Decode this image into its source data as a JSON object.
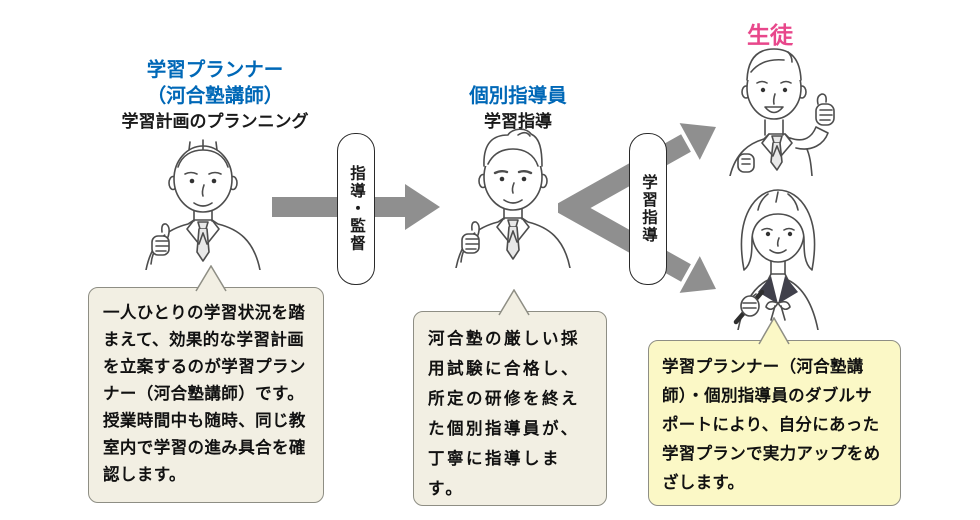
{
  "palette": {
    "accent_blue": "#0068b7",
    "accent_pink": "#e8478b",
    "arrow_gray": "#8f8f8f",
    "bubble_cream": "#f2efe3",
    "bubble_yellow": "#fbf8c6",
    "bubble_border": "#8e8e84"
  },
  "planner": {
    "title": "学習プランナー\n（河合塾講師）",
    "subtitle": "学習計画のプランニング",
    "bubble": "一人ひとりの学習状況を踏\nまえて、効果的な学習計画\nを立案するのが学習プラン\nナー（河合塾講師）です。\n授業時間中も随時、同じ教\n室内で学習の進み具合を確\n認します。"
  },
  "instructor": {
    "title": "個別指導員",
    "subtitle": "学習指導",
    "bubble": "河合塾の厳しい採\n用試験に合格し、\n所定の研修を終え\nた個別指導員が、\n丁寧に指導します。"
  },
  "students": {
    "title": "生徒",
    "bubble": "学習プランナー（河合塾講\n師）・個別指導員のダブルサ\nポートにより、自分にあった\n学習プランで実力アップをめ\nざします。"
  },
  "arrows": {
    "supervision_label": "指導・監督",
    "teaching_label": "学習指導"
  }
}
